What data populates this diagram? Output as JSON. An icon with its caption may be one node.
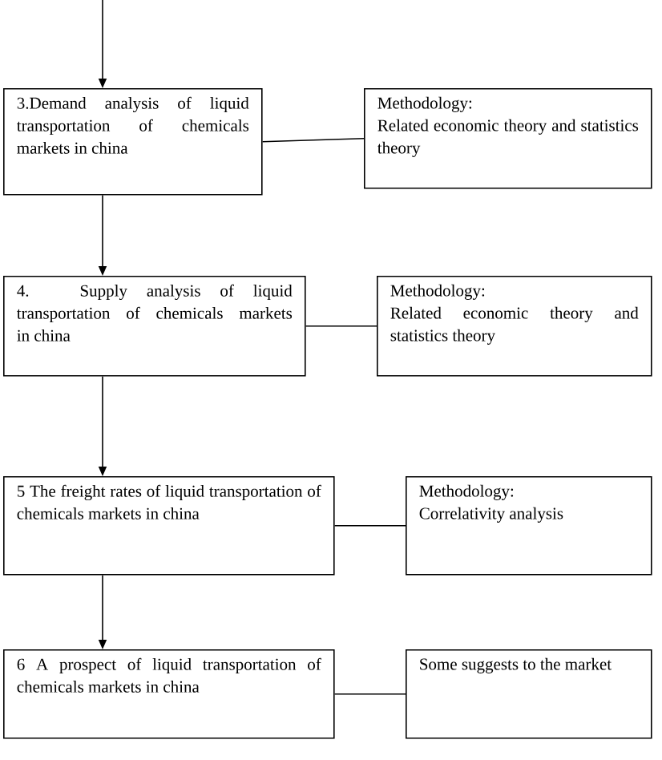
{
  "diagram": {
    "nodes": [
      {
        "text": [
          "3.Demand analysis of liquid transportation of chemicals markets in china"
        ]
      },
      {
        "text": [
          "Methodology:",
          "Related economic theory and statistics theory"
        ]
      },
      {
        "text": [
          "4. Supply analysis of liquid transportation of chemicals markets in china"
        ]
      },
      {
        "text": [
          "Methodology:",
          "Related economic theory and statistics theory"
        ]
      },
      {
        "text": [
          "5 The freight rates of liquid transportation of chemicals markets in china"
        ]
      },
      {
        "text": [
          "Methodology:",
          "Correlativity analysis"
        ]
      },
      {
        "text": [
          "6 A prospect of liquid transportation of chemicals markets in china"
        ]
      },
      {
        "text": [
          "Some suggests to the market"
        ]
      }
    ],
    "edges": [
      {
        "from": null,
        "to": 0,
        "arrow": "to"
      },
      {
        "from": 0,
        "to": 2,
        "arrow": "to"
      },
      {
        "from": 2,
        "to": 4,
        "arrow": "to"
      },
      {
        "from": 4,
        "to": 6,
        "arrow": "to"
      },
      {
        "from": 0,
        "to": 1,
        "arrow": "none"
      },
      {
        "from": 2,
        "to": 3,
        "arrow": "none"
      },
      {
        "from": 4,
        "to": 5,
        "arrow": "none"
      },
      {
        "from": 6,
        "to": 7,
        "arrow": "none"
      }
    ]
  }
}
